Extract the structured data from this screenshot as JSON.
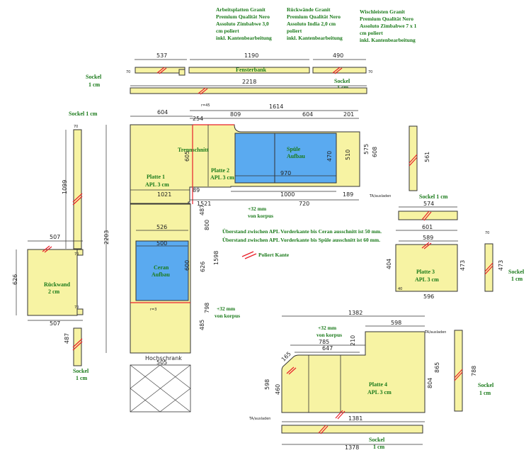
{
  "specs": {
    "arbeitsplatten": [
      "Arbeitsplatten Granit",
      "Premium Qualität Nero",
      "Assoluto Zimbabwe 3,0",
      "cm poliert",
      "inkl. Kantenbearbeitung"
    ],
    "rueckwaende": [
      "Rückwände Granit",
      "Premium Qualität Nero",
      "Assoluto India 2,0 cm",
      "poliert",
      "inkl. Kantenbearbeitung"
    ],
    "wischleisten": [
      "Wischleisten Granit",
      "Premium Qualität Nero",
      "Assoluto Zimbabwe 7 x 1",
      "cm poliert",
      "inkl. Kantenbearbeitung"
    ]
  },
  "labels": {
    "fensterbank": "Fensterbank",
    "sockel": "Sockel",
    "sockel_1cm": "1 cm",
    "sockel_1cm_inline": "Sockel  1 cm",
    "trennschnitt": "Trennschnitt",
    "platte1": "Platte 1",
    "platte2": "Platte 2",
    "platte3": "Platte 3",
    "platte4": "Platte 4",
    "apl": "APL 3 cm",
    "spuele": "Spüle",
    "ceran": "Ceran",
    "aufbau": "Aufbau",
    "rueckwand": "Rückwand",
    "rueckwand_2cm": "2 cm",
    "hochschrank": "Hochschrank",
    "korpus_32": "+32 mm",
    "korpus_von": "von korpus",
    "r45": "r=45",
    "r3": "r=3",
    "ta": "TA/ausladen"
  },
  "notes": {
    "ueberstand_ceran": "Überstand zwischen APL Vorderkante bis Ceran ausschnitt ist 50 mm.",
    "ueberstand_spuele": "Überstand zwischen APL Vorderkante bis Spüle ausschnitt ist 60 mm.",
    "poliert": "Poliert Kante"
  },
  "dims": {
    "fb_left": "537",
    "fb_mid": "1190",
    "fb_right": "490",
    "fb_thk": "70",
    "sockel_top": "2218",
    "top_604a": "604",
    "top_1614": "1614",
    "top_254": "254",
    "top_809": "809",
    "top_604b": "604",
    "top_201": "201",
    "d605": "605",
    "d1021": "1021",
    "d89": "89",
    "d970": "970",
    "d1000": "1000",
    "d189": "189",
    "d1521": "1521",
    "d720": "720",
    "d470": "470",
    "d510": "510",
    "d575": "575",
    "d608": "608",
    "d2203": "2203",
    "d526": "526",
    "d500": "500",
    "d600": "600",
    "d487": "487",
    "d800": "800",
    "d626": "626",
    "d1598": "1598",
    "d798": "798",
    "d485": "485",
    "d505": "505",
    "s1099": "1099",
    "s70": "70",
    "rw507a": "507",
    "rw507b": "507",
    "rw626": "626",
    "rw70": "70",
    "s487": "487",
    "p3_574": "574",
    "p3_601": "601",
    "p3_589": "589",
    "p3_596": "596",
    "p3_404": "404",
    "p3_473": "473",
    "p3_40": "40",
    "s561": "561",
    "s473": "473",
    "s70b": "70",
    "p4_1382": "1382",
    "p4_598": "598",
    "p4_785": "785",
    "p4_647": "647",
    "p4_210": "210",
    "p4_165": "165",
    "p4_598v": "598",
    "p4_460": "460",
    "p4_804": "804",
    "p4_865": "865",
    "p4_1381": "1381",
    "p4_1378": "1378",
    "s788": "788"
  },
  "colors": {
    "slab": "#f7f3a3",
    "cutout": "#5aaaf0",
    "label": "#1a7a1a",
    "polish": "#e8202a",
    "edge": "#8a2a8a"
  }
}
